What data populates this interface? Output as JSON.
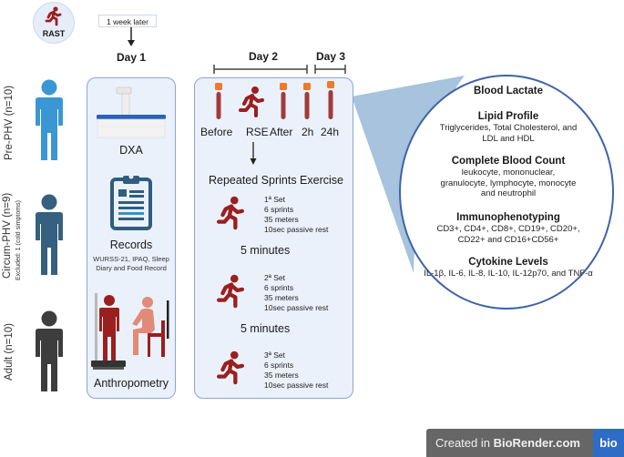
{
  "rast": {
    "label": "RAST",
    "icon": "runner-icon",
    "interval_label": "1 week later"
  },
  "days": {
    "day1": "Day 1",
    "day2": "Day 2",
    "day3": "Day 3"
  },
  "groups": [
    {
      "label": "Pre-PHV (n=10)",
      "sub": "",
      "color": "#3b97d3"
    },
    {
      "label": "Circum-PHV (n=9)",
      "sub": "Excluded: 1 (cold simptoms)",
      "color": "#35607f"
    },
    {
      "label": "Adult (n=10)",
      "sub": "",
      "color": "#3d3d3d"
    }
  ],
  "day1": {
    "items": [
      {
        "label": "DXA",
        "icon": "dxa-scanner-icon",
        "detail": ""
      },
      {
        "label": "Records",
        "icon": "clipboard-icon",
        "detail": "WURSS-21, IPAQ, Sleep Diary and Food Record"
      },
      {
        "label": "Anthropometry",
        "icon": "anthropometry-icon",
        "detail": ""
      }
    ]
  },
  "day2": {
    "timepoints": [
      "Before",
      "RSE",
      "After",
      "2h",
      "24h"
    ],
    "title": "Repeated Sprints Exercise",
    "sets": [
      {
        "name": "1ª Set",
        "sprints": "6 sprints",
        "distance": "35 meters",
        "rest": "10sec passive rest"
      },
      {
        "name": "2ª Set",
        "sprints": "6 sprints",
        "distance": "35 meters",
        "rest": "10sec passive rest"
      },
      {
        "name": "3ª Set",
        "sprints": "6 sprints",
        "distance": "35 meters",
        "rest": "10sec passive rest"
      }
    ],
    "break_label": "5 minutes"
  },
  "analyses": {
    "blood_lactate": "Blood Lactate",
    "sections": [
      {
        "title": "Lipid Profile",
        "body": "Triglycerides, Total Cholesterol, and LDL and HDL"
      },
      {
        "title": "Complete Blood Count",
        "body": "leukocyte, mononuclear, granulocyte, lymphocyte, monocyte and neutrophil"
      },
      {
        "title": "Immunophenotyping",
        "body": "CD3+, CD4+, CD8+, CD19+, CD20+, CD22+ and CD16+CD56+"
      },
      {
        "title": "Cytokine Levels",
        "body": "IL-1β, IL-6, IL-8, IL-10, IL-12p70, and TNF-α"
      }
    ]
  },
  "colors": {
    "panel_bg": "#eaf1fb",
    "panel_border": "#8aa6d6",
    "runner": "#9b1f1f",
    "tube_cap": "#f07a2a",
    "tube_blood": "#a33a3a",
    "circle_border": "#3e64a8",
    "cone": "#9dbcd9"
  },
  "watermark": {
    "prefix": "Created in ",
    "brand": "BioRender.com",
    "logo": "bio"
  }
}
